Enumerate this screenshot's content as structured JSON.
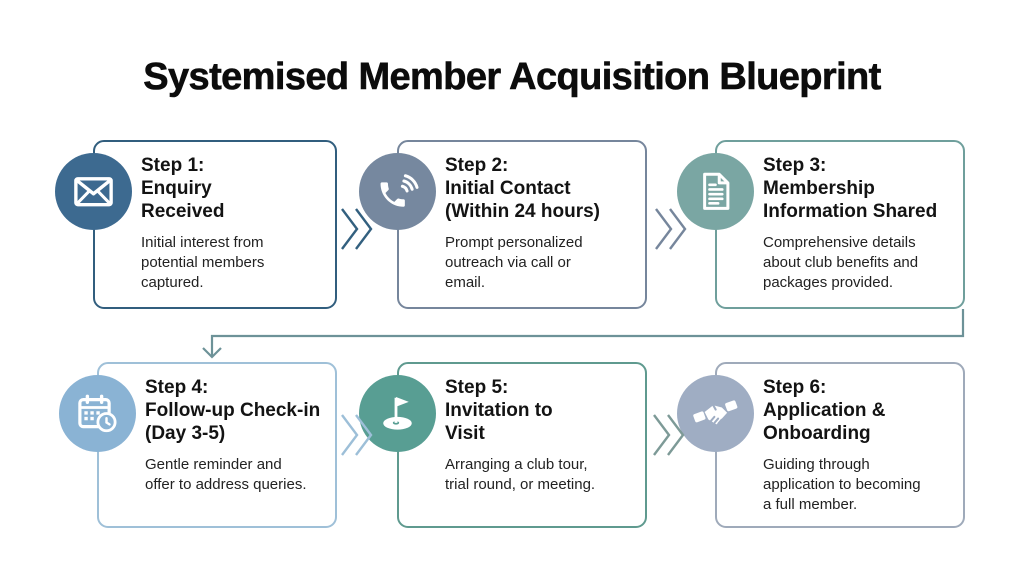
{
  "page": {
    "title": "Systemised Member Acquisition Blueprint"
  },
  "steps": [
    {
      "title": "Step 1:\nEnquiry\nReceived",
      "description": "Initial interest from\npotential members\ncaptured.",
      "icon": "envelope-icon",
      "circle_color": "#3d6a90",
      "border_color": "#315e7e"
    },
    {
      "title": "Step 2:\nInitial Contact\n(Within 24 hours)",
      "description": "Prompt personalized\noutreach via call or\nemail.",
      "icon": "phone-icon",
      "circle_color": "#76889f",
      "border_color": "#76869c"
    },
    {
      "title": "Step 3:\nMembership\nInformation Shared",
      "description": "Comprehensive details\nabout club benefits and\npackages provided.",
      "icon": "document-icon",
      "circle_color": "#7aa6a3",
      "border_color": "#6f9f9c"
    },
    {
      "title": "Step 4:\nFollow-up Check-in\n(Day 3-5)",
      "description": "Gentle reminder and\noffer to address queries.",
      "icon": "calendar-clock-icon",
      "circle_color": "#8ab3d4",
      "border_color": "#9fc0d8"
    },
    {
      "title": "Step 5:\nInvitation to\nVisit",
      "description": "Arranging a club tour,\ntrial round, or meeting.",
      "icon": "golf-flag-icon",
      "circle_color": "#589e93",
      "border_color": "#5f9a8f"
    },
    {
      "title": "Step 6:\nApplication &\nOnboarding",
      "description": "Guiding through\napplication to becoming\na full member.",
      "icon": "handshake-icon",
      "circle_color": "#9fadc3",
      "border_color": "#9faaba"
    }
  ],
  "connectors": {
    "arrow_1_2_color": "#33607f",
    "arrow_2_3_color": "#76869c",
    "arrow_4_5_color": "#9dbfd8",
    "arrow_5_6_color": "#7d9a97",
    "row_wrap_color": "#6d9298"
  }
}
